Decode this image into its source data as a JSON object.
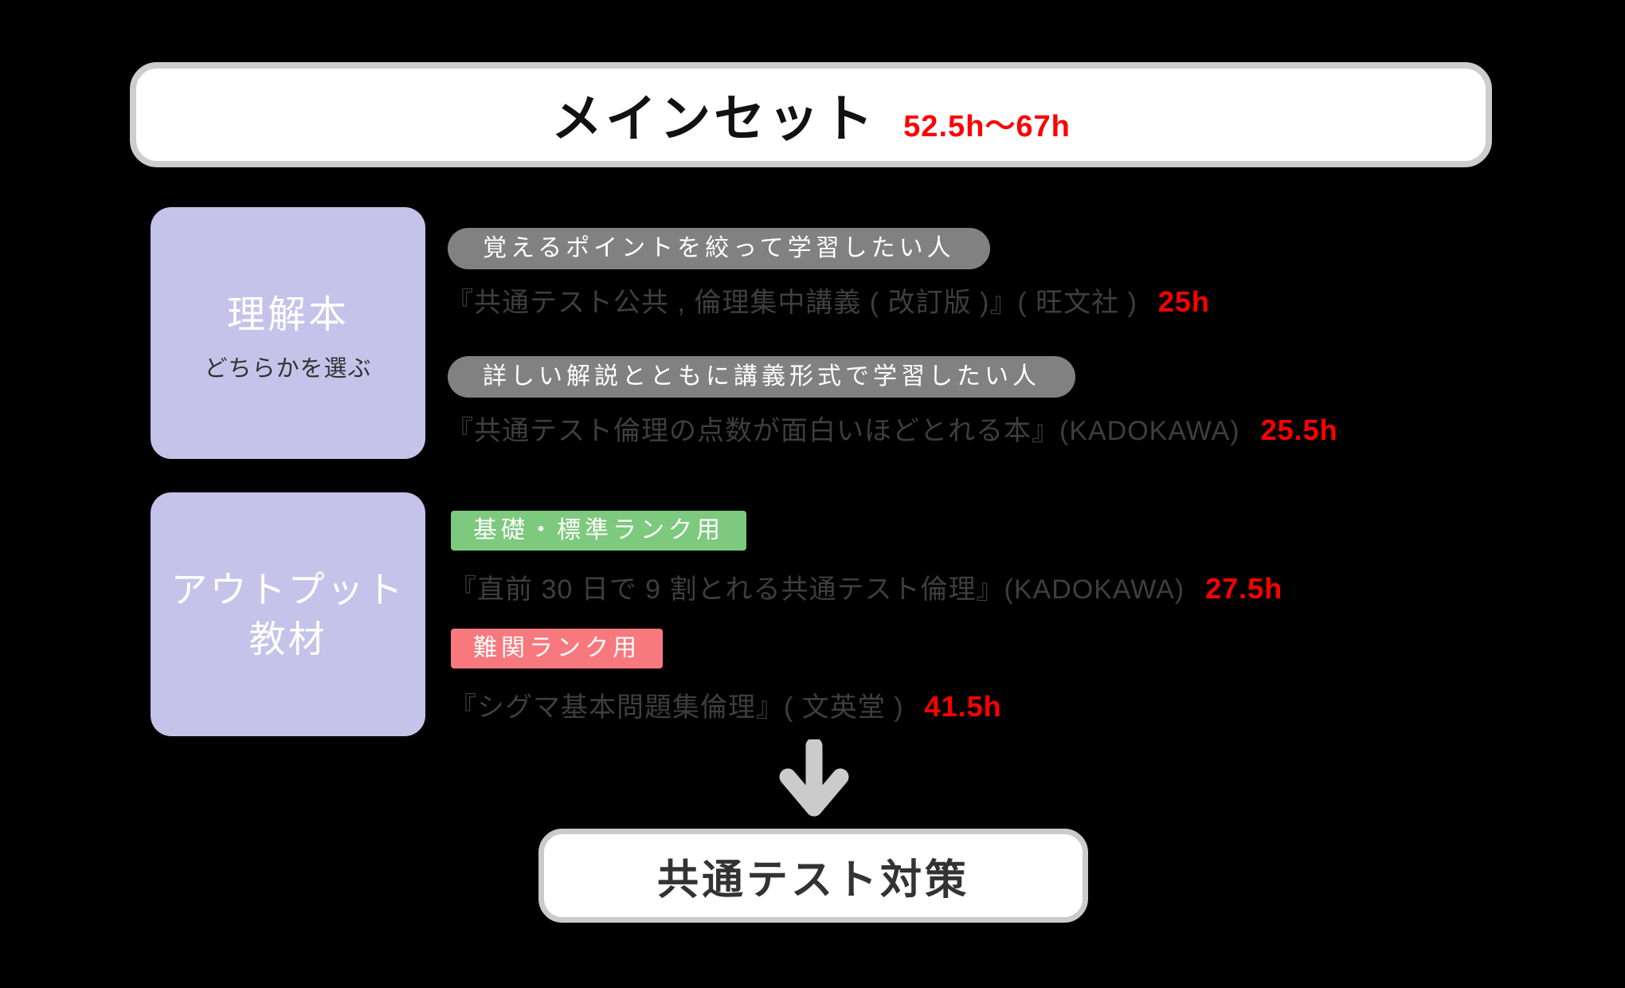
{
  "main_set": {
    "title": "メインセット",
    "hours": "52.5h〜67h"
  },
  "rikai": {
    "title": "理解本",
    "subtitle": "どちらかを選ぶ",
    "options": [
      {
        "badge": "覚えるポイントを絞って学習したい人",
        "book": "『共通テスト公共 , 倫理集中講義 ( 改訂版 )』( 旺文社 )",
        "hours": "25h"
      },
      {
        "badge": "詳しい解説とともに講義形式で学習したい人",
        "book": "『共通テスト倫理の点数が面白いほどとれる本』(KADOKAWA)",
        "hours": "25.5h"
      }
    ]
  },
  "output": {
    "title_line1": "アウトプット",
    "title_line2": "教材",
    "options": [
      {
        "badge": "基礎・標準ランク用",
        "book": "『直前 30 日で 9 割とれる共通テスト倫理』(KADOKAWA)",
        "hours": "27.5h"
      },
      {
        "badge": "難関ランク用",
        "book": "『シグマ基本問題集倫理』( 文英堂 )",
        "hours": "41.5h"
      }
    ]
  },
  "footer": {
    "label": "共通テスト対策"
  },
  "icons": {
    "arrow": "arrow-down-icon"
  },
  "colors": {
    "background": "#000000",
    "time_red": "#ff0000",
    "box_purple": "#c5c3e9",
    "pill_gray": "#818181",
    "badge_green": "#7dc97e",
    "badge_pink": "#f8797d",
    "box_border_gray": "#cdcdcd",
    "arrow_gray": "#cbcbcb",
    "book_text": "#3e3e3e"
  }
}
